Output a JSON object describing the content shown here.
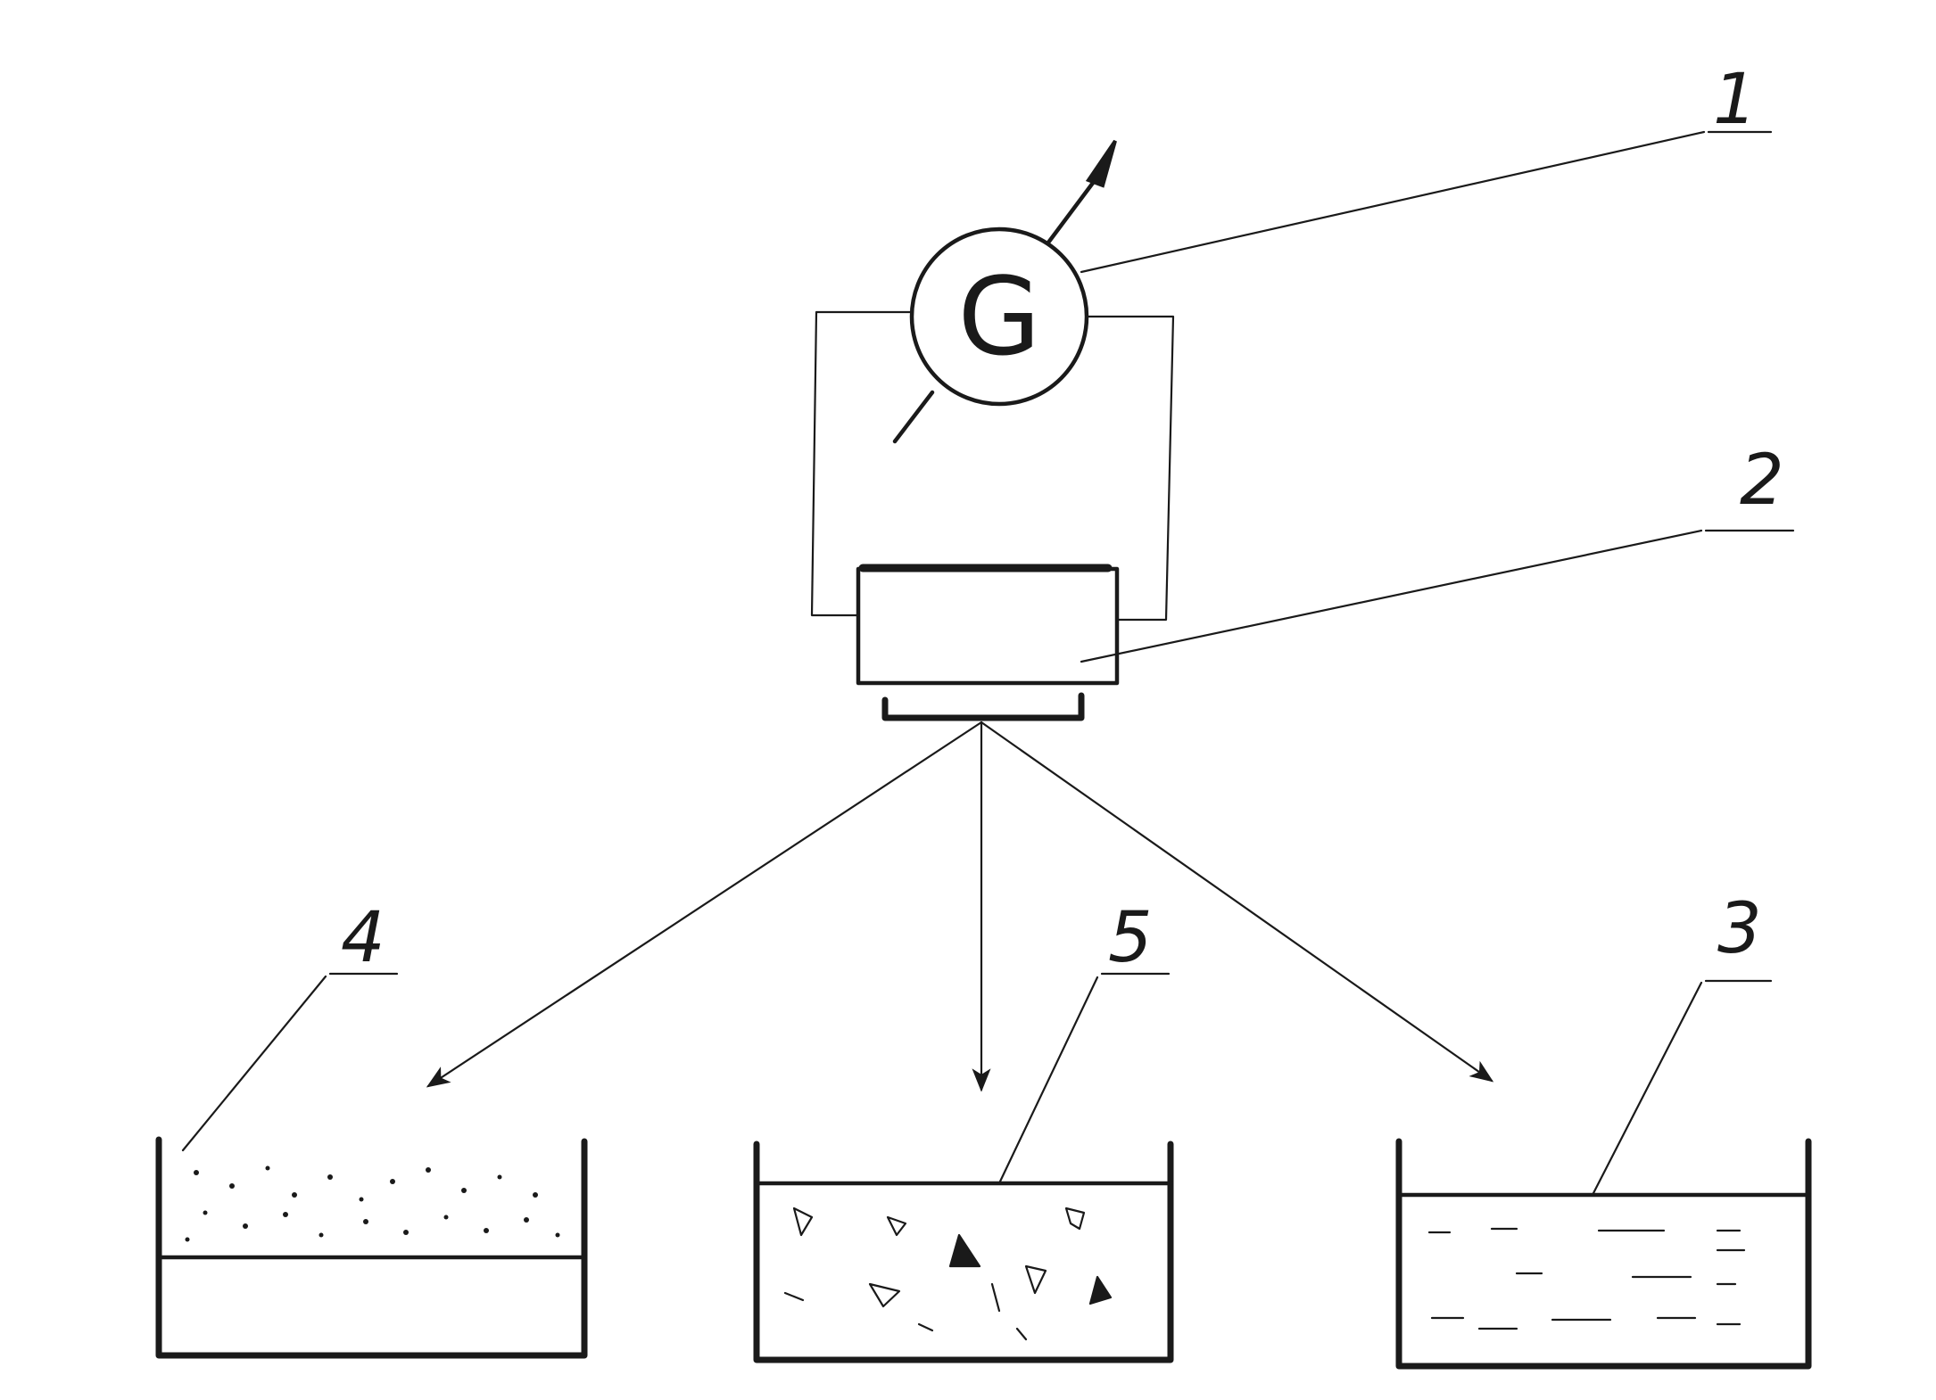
{
  "generator": {
    "symbol": "G"
  },
  "callouts": [
    {
      "id": "1",
      "text": "1"
    },
    {
      "id": "2",
      "text": "2"
    },
    {
      "id": "3",
      "text": "3"
    },
    {
      "id": "4",
      "text": "4"
    },
    {
      "id": "5",
      "text": "5"
    }
  ]
}
